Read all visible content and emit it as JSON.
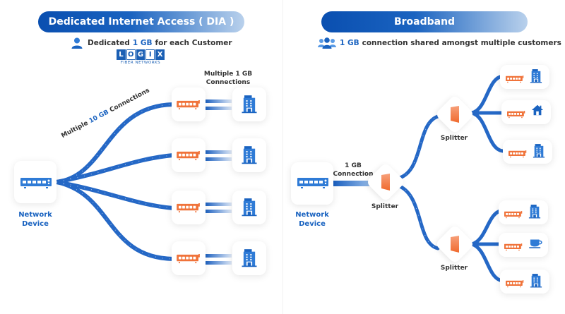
{
  "dia": {
    "title": "Dedicated Internet Access ( DIA )",
    "subtitle_pre": "Dedicated",
    "subtitle_hl": "1 GB",
    "subtitle_post": "for each Customer",
    "subtitle_icon": "user-icon",
    "logo": {
      "letters": [
        "L",
        "O",
        "G",
        "I",
        "X"
      ],
      "tagline": "FIBER NETWORKS"
    },
    "trunk_label_pre": "Multiple",
    "trunk_label_hl": "10 GB",
    "trunk_label_post": "Connections",
    "branch_label": [
      "Multiple 1 GB",
      "Connections"
    ],
    "network_device": [
      "Network",
      "Device"
    ],
    "customers": [
      {
        "modem": "modem-icon",
        "site": "office-building-icon"
      },
      {
        "modem": "modem-icon",
        "site": "office-building-icon"
      },
      {
        "modem": "modem-icon",
        "site": "office-building-icon"
      },
      {
        "modem": "modem-icon",
        "site": "office-building-icon"
      }
    ]
  },
  "broadband": {
    "title": "Broadband",
    "subtitle_hl": "1 GB",
    "subtitle_post": "connection shared amongst multiple customers",
    "subtitle_icon": "group-users-icon",
    "network_device": [
      "Network",
      "Device"
    ],
    "uplink_label": [
      "1 GB",
      "Connection"
    ],
    "splitter_label": "Splitter",
    "customers": [
      {
        "modem": "modem-icon",
        "site": "office-building-icon"
      },
      {
        "modem": "modem-icon",
        "site": "house-icon"
      },
      {
        "modem": "modem-icon",
        "site": "office-building-icon"
      },
      {
        "modem": "modem-icon",
        "site": "office-building-icon"
      },
      {
        "modem": "modem-icon",
        "site": "coffee-cup-icon"
      },
      {
        "modem": "modem-icon",
        "site": "office-building-icon"
      }
    ]
  },
  "colors": {
    "primary": "#1a63c0",
    "fiber": "#2a6fcc",
    "modem": "#f0733a",
    "text": "#333333"
  }
}
